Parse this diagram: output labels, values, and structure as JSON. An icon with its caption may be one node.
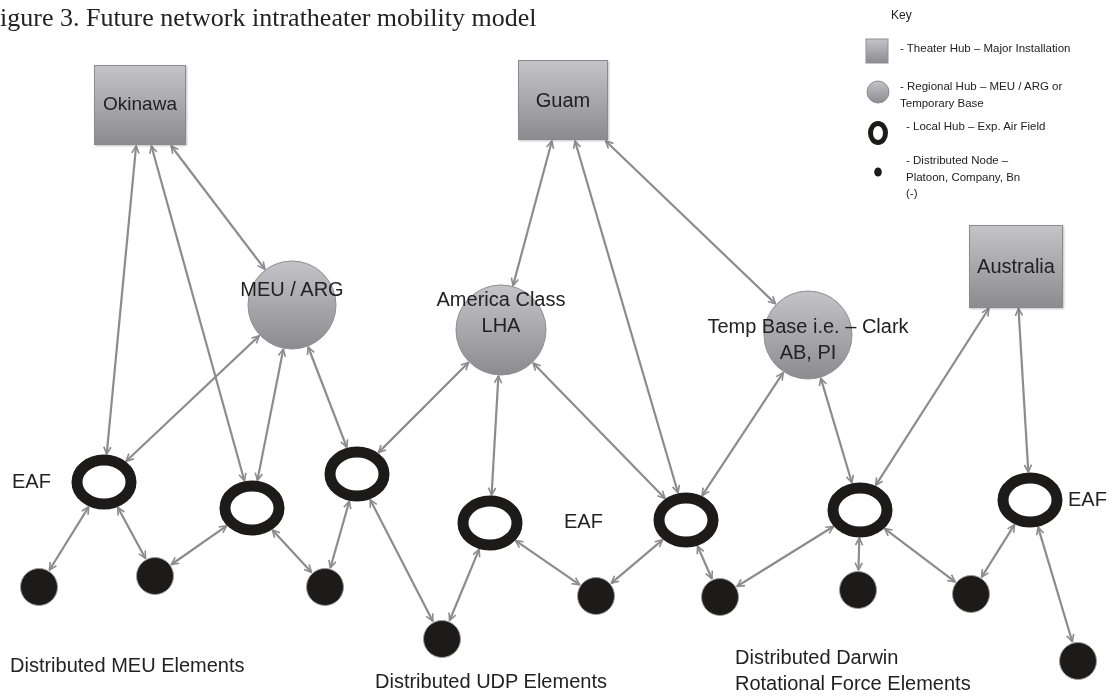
{
  "diagram": {
    "title": "igure 3. Future network intratheater mobility model",
    "nodes": [
      {
        "text": [
          "Okinawa"
        ]
      },
      {
        "text": [
          "Guam"
        ]
      },
      {
        "text": [
          "Australia"
        ]
      },
      {
        "text": [
          "MEU / ARG"
        ]
      },
      {
        "text": [
          "America Class LHA"
        ]
      },
      {
        "text": [
          "Temp Base i.e. – Clark AB, PI"
        ]
      },
      {
        "text": [],
        "shape": "ring",
        "beside": [
          "EAF"
        ]
      },
      {
        "text": [],
        "shape": "ring"
      },
      {
        "text": [],
        "shape": "ring"
      },
      {
        "text": [],
        "shape": "ring"
      },
      {
        "text": [],
        "shape": "ring"
      },
      {
        "text": [],
        "shape": "ring"
      },
      {
        "text": [],
        "shape": "ring",
        "beside": [
          "EAF"
        ]
      },
      {
        "text": [],
        "shape": "circle"
      },
      {
        "text": [],
        "shape": "circle"
      },
      {
        "text": [],
        "shape": "circle"
      },
      {
        "text": [],
        "shape": "circle"
      },
      {
        "text": [],
        "shape": "circle"
      },
      {
        "text": [],
        "shape": "circle"
      },
      {
        "text": [],
        "shape": "circle"
      },
      {
        "text": [],
        "shape": "circle"
      },
      {
        "text": [],
        "shape": "circle"
      }
    ],
    "edges": [
      {
        "from": 0,
        "to": 6,
        "arrow": "both"
      },
      {
        "from": 0,
        "to": 7,
        "arrow": "both"
      },
      {
        "from": 0,
        "to": 3,
        "arrow": "both"
      },
      {
        "from": 3,
        "to": 6,
        "arrow": "both"
      },
      {
        "from": 3,
        "to": 7,
        "arrow": "both"
      },
      {
        "from": 3,
        "to": 8,
        "arrow": "both"
      },
      {
        "from": 1,
        "to": 4,
        "arrow": "both"
      },
      {
        "from": 1,
        "to": 10,
        "arrow": "both"
      },
      {
        "from": 1,
        "to": 5,
        "arrow": "both"
      },
      {
        "from": 4,
        "to": 8,
        "arrow": "both"
      },
      {
        "from": 4,
        "to": 9,
        "arrow": "both"
      },
      {
        "from": 4,
        "to": 10,
        "arrow": "both"
      },
      {
        "from": 5,
        "to": 10,
        "arrow": "both"
      },
      {
        "from": 5,
        "to": 11,
        "arrow": "both"
      },
      {
        "from": 2,
        "to": 11,
        "arrow": "both"
      },
      {
        "from": 2,
        "to": 12,
        "arrow": "both"
      },
      {
        "from": 6,
        "to": 13,
        "arrow": "both"
      },
      {
        "from": 6,
        "to": 14,
        "arrow": "both"
      },
      {
        "from": 7,
        "to": 14,
        "arrow": "both"
      },
      {
        "from": 7,
        "to": 15,
        "arrow": "both"
      },
      {
        "from": 8,
        "to": 15,
        "arrow": "both"
      },
      {
        "from": 8,
        "to": 16,
        "arrow": "both"
      },
      {
        "from": 9,
        "to": 16,
        "arrow": "both"
      },
      {
        "from": 9,
        "to": 17,
        "arrow": "both"
      },
      {
        "from": 10,
        "to": 17,
        "arrow": "both"
      },
      {
        "from": 10,
        "to": 18,
        "arrow": "both"
      },
      {
        "from": 11,
        "to": 18,
        "arrow": "both"
      },
      {
        "from": 11,
        "to": 19,
        "arrow": "both"
      },
      {
        "from": 11,
        "to": 20,
        "arrow": "both"
      },
      {
        "from": 12,
        "to": 20,
        "arrow": "both"
      },
      {
        "from": 12,
        "to": 21,
        "arrow": "both"
      }
    ],
    "labels": [
      "Key",
      "EAF",
      "Distributed MEU Elements",
      "Distributed UDP Elements",
      "Distributed Darwin Rotational Force Elements"
    ],
    "legend": [
      {
        "text": "- Theater Hub – Major Installation"
      },
      {
        "text": "- Regional Hub – MEU / ARG or Temporary Base"
      },
      {
        "text": "- Local Hub – Exp. Air Field"
      },
      {
        "text": "- Distributed Node – Platoon, Company, Bn (-)"
      }
    ]
  }
}
